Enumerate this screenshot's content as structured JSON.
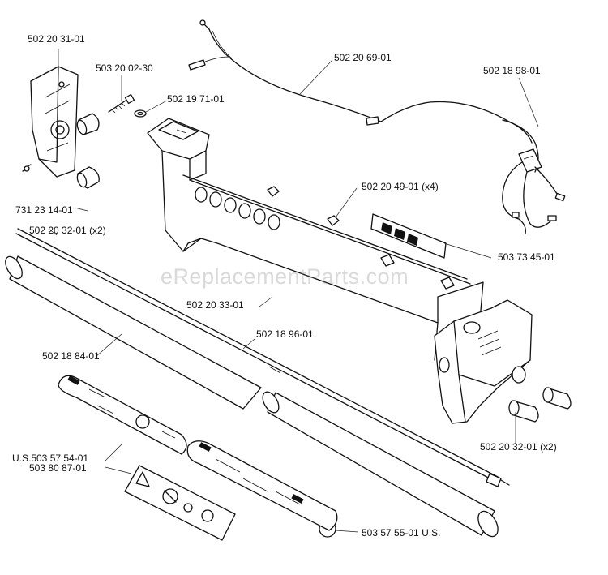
{
  "watermark": "eReplacementParts.com",
  "parts": {
    "bracket": "502 20 31-01",
    "screw": "503 20 02-30",
    "washer": "502 19 71-01",
    "cable": "502 20 69-01",
    "harness": "502 18 98-01",
    "clip": "502 20 49-01 (x4)",
    "decal_logo": "503 73 45-01",
    "nut": "731 23 14-01",
    "plug_left": "502 20 32-01 (x2)",
    "housing": "502 20 33-01",
    "shaft": "502 18 96-01",
    "tube": "502 18 84-01",
    "plug_right": "502 20 32-01 (x2)",
    "decal_us": "U.S.503 57 54-01",
    "decal_warning": "503 80 87-01",
    "decal_tube": "503 57 55-01 U.S."
  }
}
